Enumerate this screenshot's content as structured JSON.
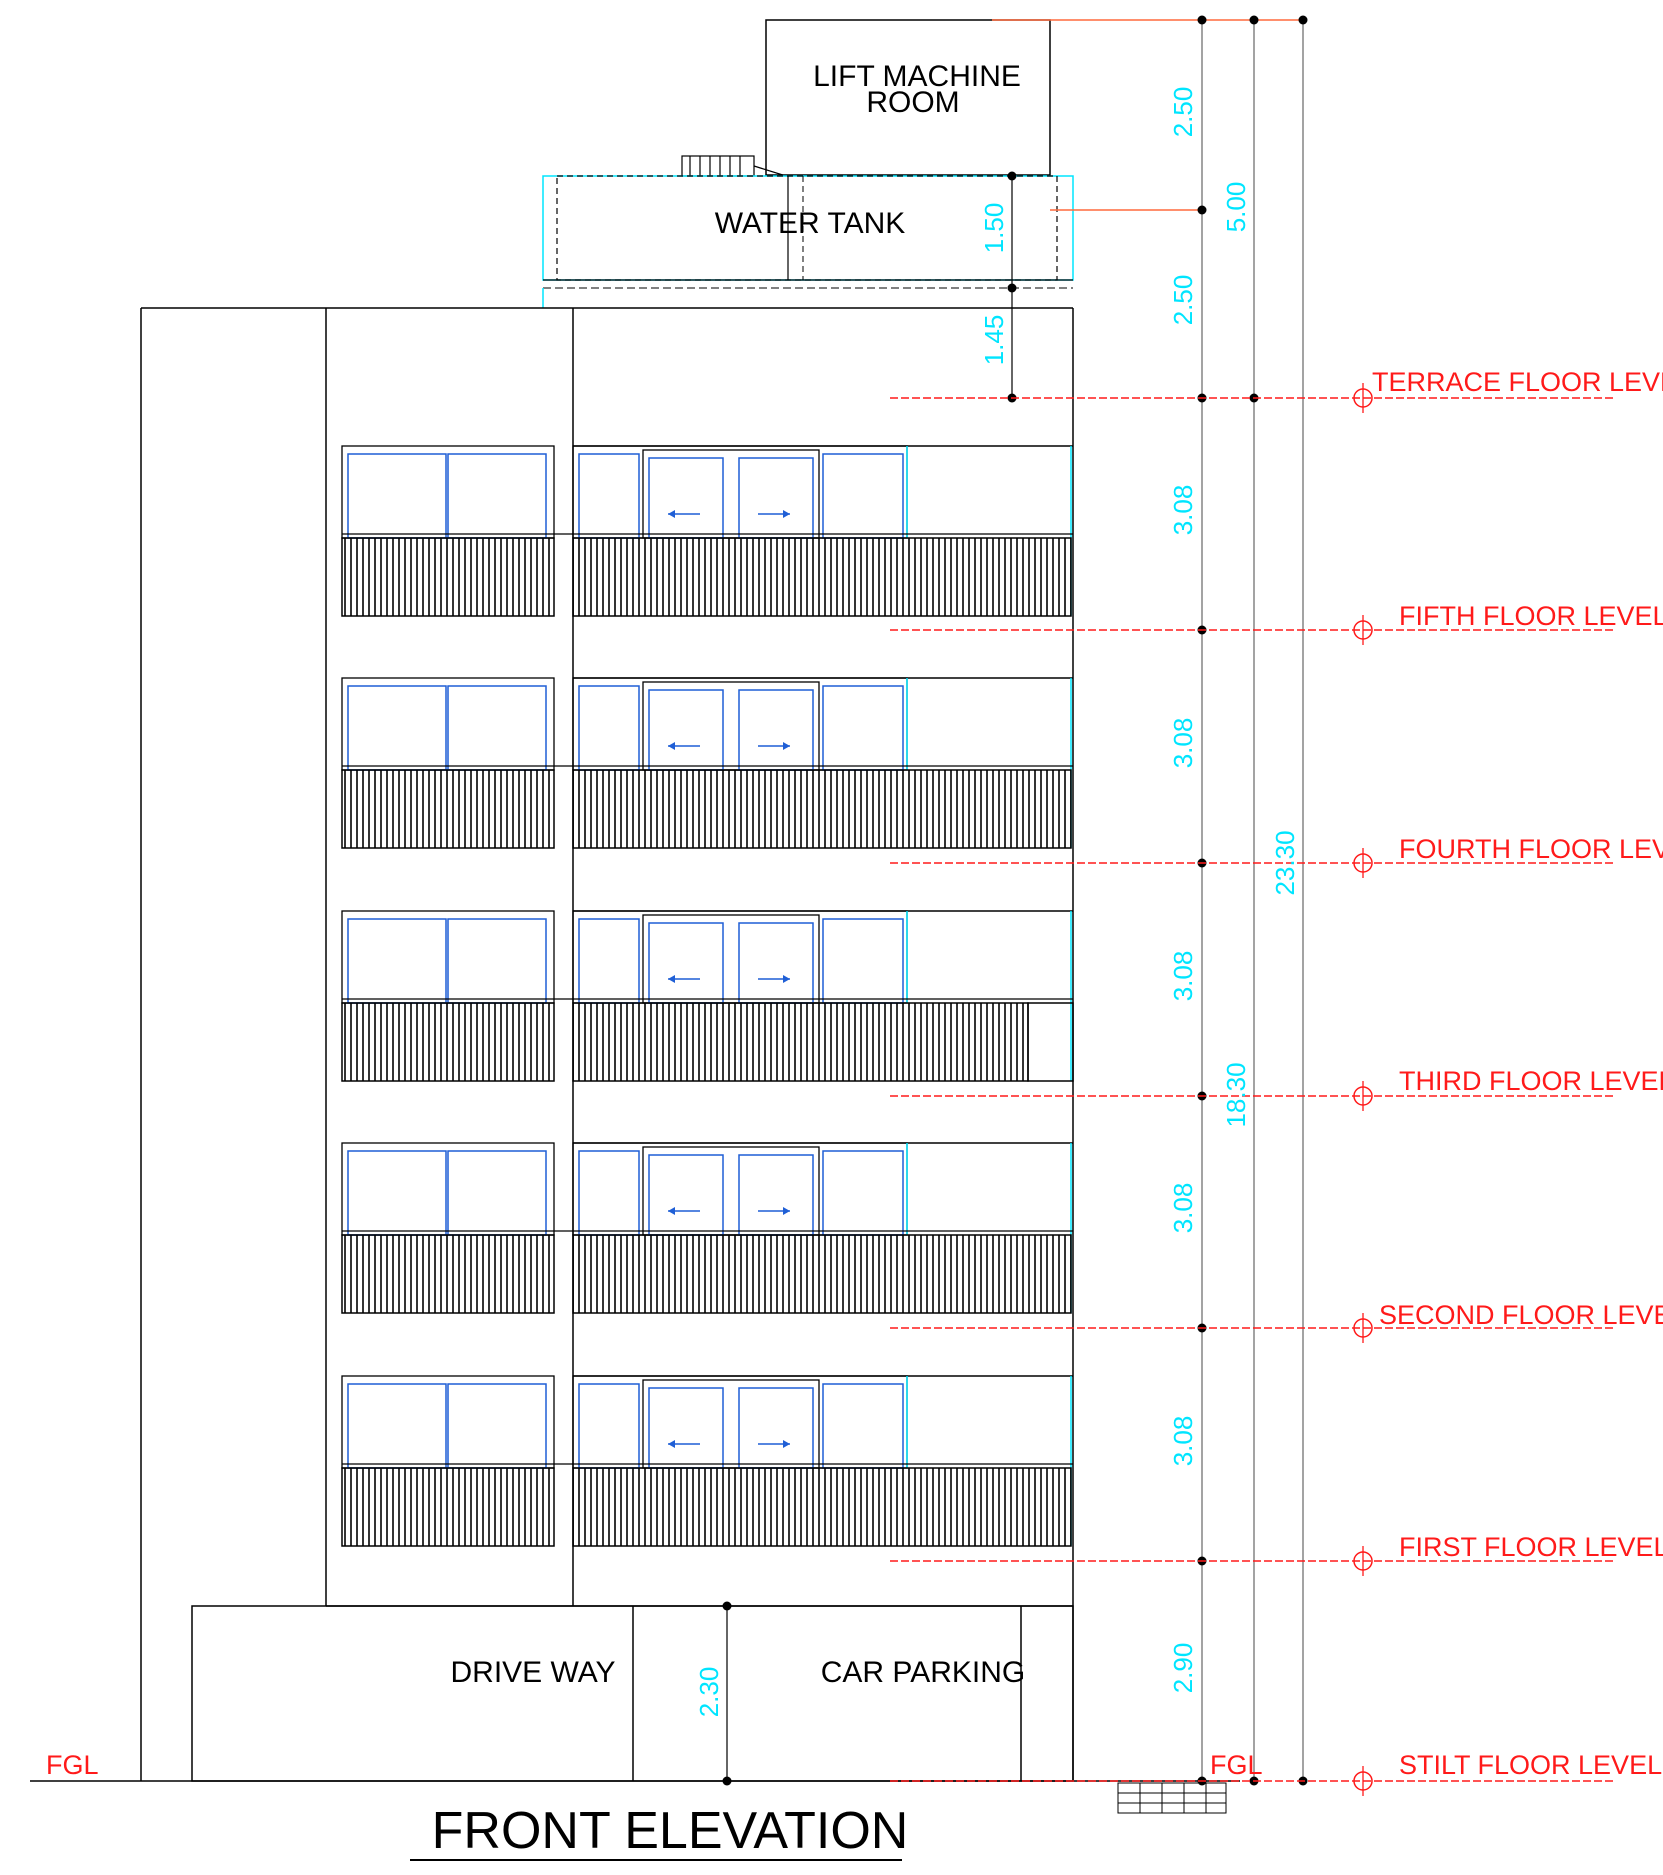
{
  "drawing": {
    "title": "FRONT ELEVATION",
    "rooms": {
      "lift_machine_room_line1": "LIFT MACHINE",
      "lift_machine_room_line2": "ROOM",
      "water_tank": "WATER TANK",
      "drive_way": "DRIVE WAY",
      "car_parking": "CAR PARKING"
    },
    "levels": {
      "terrace": "TERRACE FLOOR LEVEL",
      "fifth": "FIFTH FLOOR LEVEL",
      "fourth": "FOURTH FLOOR LEVEL",
      "third": "THIRD FLOOR LEVEL",
      "second": "SECOND FLOOR LEVEL",
      "first": "FIRST FLOOR LEVEL",
      "stilt": "STILT FLOOR LEVEL"
    },
    "fgl_left": "FGL",
    "fgl_right": "FGL",
    "dimensions": {
      "lmr": "2.50",
      "tank_total": "5.00",
      "tank": "1.50",
      "headroom": "2.50",
      "parapet": "1.45",
      "floor5": "3.08",
      "floor4": "3.08",
      "floor3": "3.08",
      "floor2": "3.08",
      "floor1": "3.08",
      "stilt": "2.90",
      "parking_clear": "2.30",
      "overall": "23.30",
      "up_to_terrace": "18.30"
    },
    "colors": {
      "level_line": "#ff1a1a",
      "dimension_text": "#00e5ff",
      "glazing": "#1f5fd6",
      "outline": "#000000"
    }
  }
}
